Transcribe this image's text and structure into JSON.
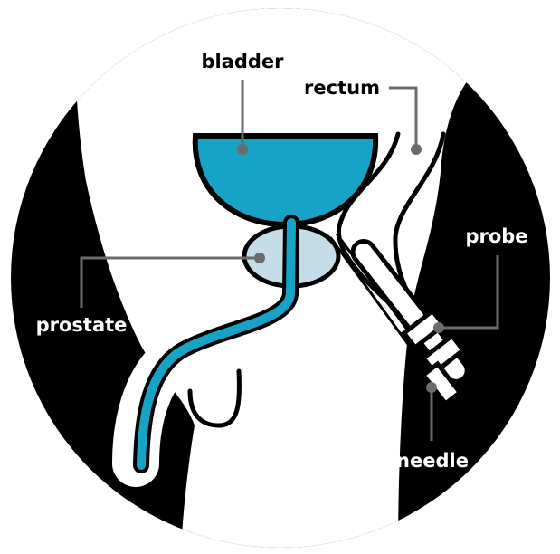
{
  "labels": {
    "bladder": "bladder",
    "rectum": "rectum",
    "prostate": "prostate",
    "probe": "probe",
    "needle": "needle"
  },
  "colors": {
    "background": "#000000",
    "body": "#ffffff",
    "bladder": "#17a3c6",
    "prostate": "#c5dde8",
    "urethra": "#17a3c6",
    "leader": "#6b6b6b",
    "outline": "#000000"
  }
}
